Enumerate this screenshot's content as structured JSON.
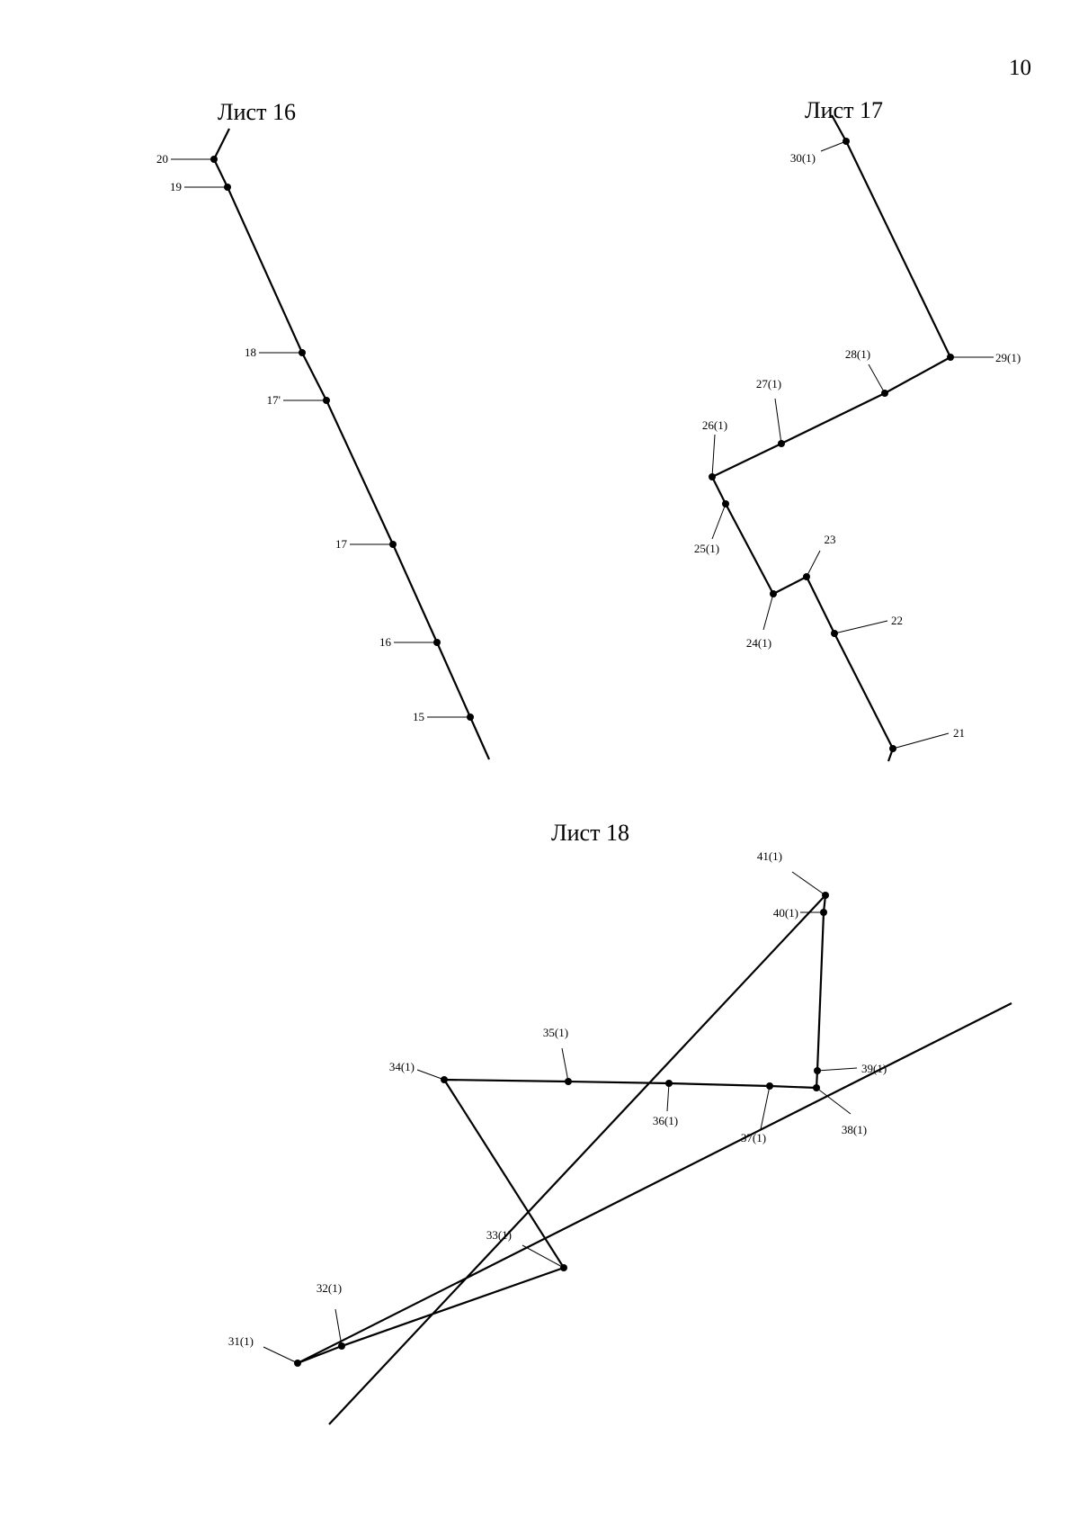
{
  "page_number": "10",
  "sheets": [
    {
      "title": "Лист 16",
      "points": [
        {
          "label": "20"
        },
        {
          "label": "19"
        },
        {
          "label": "18"
        },
        {
          "label": "17'"
        },
        {
          "label": "17"
        },
        {
          "label": "16"
        },
        {
          "label": "15"
        }
      ]
    },
    {
      "title": "Лист 17",
      "points": [
        {
          "label": "30(1)"
        },
        {
          "label": "29(1)"
        },
        {
          "label": "28(1)"
        },
        {
          "label": "27(1)"
        },
        {
          "label": "26(1)"
        },
        {
          "label": "25(1)"
        },
        {
          "label": "24(1)"
        },
        {
          "label": "23"
        },
        {
          "label": "22"
        },
        {
          "label": "21"
        }
      ]
    },
    {
      "title": "Лист 18",
      "points": [
        {
          "label": "41(1)"
        },
        {
          "label": "40(1)"
        },
        {
          "label": "39(1)"
        },
        {
          "label": "38(1)"
        },
        {
          "label": "37(1)"
        },
        {
          "label": "36(1)"
        },
        {
          "label": "35(1)"
        },
        {
          "label": "34(1)"
        },
        {
          "label": "33(1)"
        },
        {
          "label": "32(1)"
        },
        {
          "label": "31(1)"
        }
      ]
    }
  ],
  "colors": {
    "line": "#000000",
    "background": "#ffffff"
  }
}
